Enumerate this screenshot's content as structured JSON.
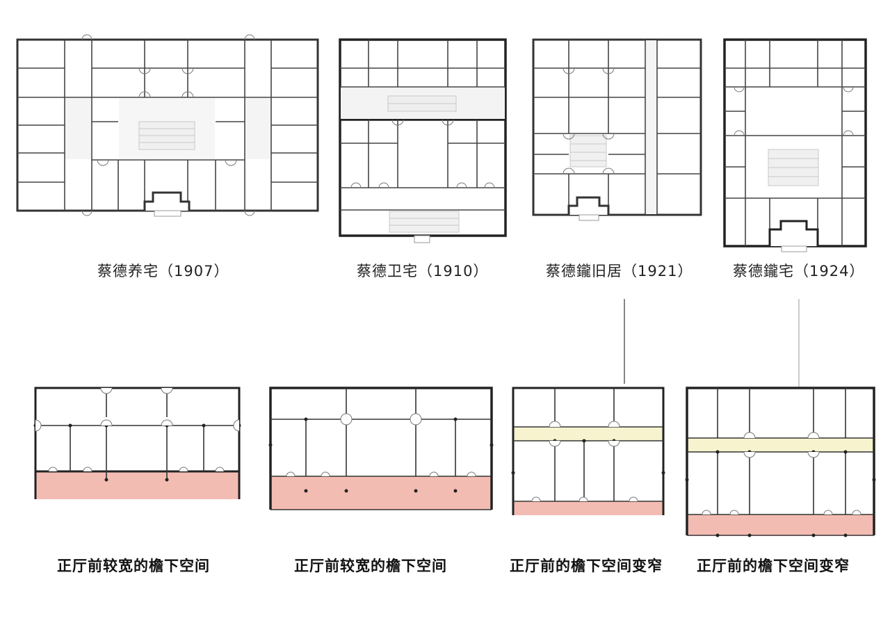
{
  "top_plans": [
    {
      "title": "蔡德养宅（1907）"
    },
    {
      "title": "蔡德卫宅（1910）"
    },
    {
      "title": "蔡德鑨旧居（1921）"
    },
    {
      "title": "蔡德鑨宅（1924）"
    }
  ],
  "bottom_plans": [
    {
      "caption": "正厅前较宽的檐下空间"
    },
    {
      "caption": "正厅前较宽的檐下空间"
    },
    {
      "caption": "正厅前的檐下空间变窄"
    },
    {
      "caption": "正厅前的檐下空间变窄"
    }
  ],
  "colors": {
    "wall": "#222222",
    "eave_space": "#f3bcb3",
    "corridor": "#f7f3cf",
    "courtyard_paving": "#dddddd"
  }
}
